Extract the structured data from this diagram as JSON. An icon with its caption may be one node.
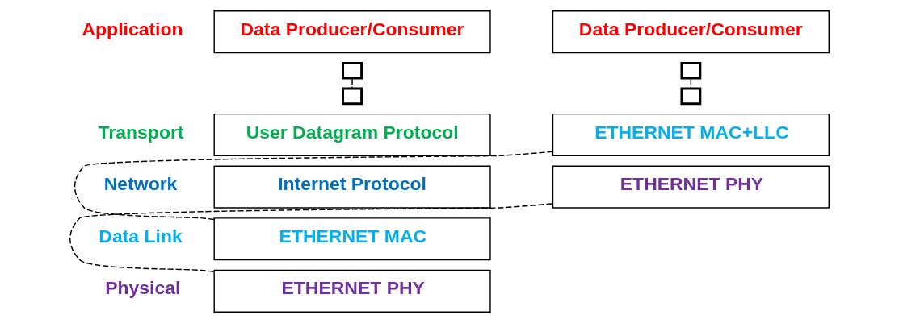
{
  "diagram": {
    "nodes": [
      {
        "text": [
          "Data Producer/Consumer"
        ]
      },
      {
        "text": [
          "User Datagram Protocol"
        ]
      },
      {
        "text": [
          "Internet Protocol"
        ]
      },
      {
        "text": [
          "ETHERNET MAC"
        ]
      },
      {
        "text": [
          "ETHERNET PHY"
        ]
      },
      {
        "text": [
          "Data Producer/Consumer"
        ]
      },
      {
        "text": [
          "ETHERNET MAC+LLC"
        ]
      },
      {
        "text": [
          "ETHERNET PHY"
        ]
      },
      {
        "text": [],
        "shape": "box"
      },
      {
        "text": [],
        "shape": "box"
      },
      {
        "text": [],
        "shape": "box"
      },
      {
        "text": [],
        "shape": "box"
      }
    ],
    "edges": [
      {
        "from": 8,
        "to": 9,
        "arrow": "none",
        "style": "dashed"
      },
      {
        "from": 10,
        "to": 11,
        "arrow": "none",
        "style": "dashed"
      },
      {
        "from": 3,
        "to": 6,
        "arrow": "none",
        "style": "dashed"
      },
      {
        "from": 4,
        "to": 7,
        "arrow": "none",
        "style": "dashed"
      }
    ],
    "labels": [
      "Application",
      "Transport",
      "Network",
      "Data Link",
      "Physical"
    ]
  }
}
